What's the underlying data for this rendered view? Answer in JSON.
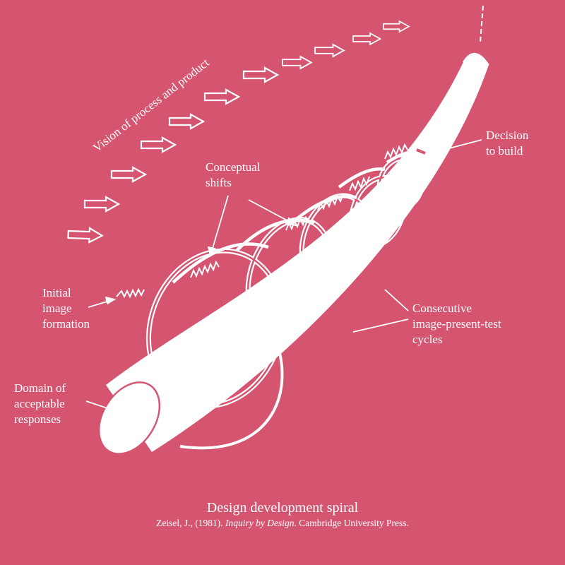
{
  "colors": {
    "background": "#D55470",
    "foreground": "#FFFFFF"
  },
  "labels": {
    "vision": "Vision of process and product",
    "conceptual_shifts": [
      "Conceptual",
      "shifts"
    ],
    "decision_to_build": [
      "Decision",
      "to build"
    ],
    "initial_image_formation": [
      "Initial",
      "image",
      "formation"
    ],
    "consecutive_cycles": [
      "Consecutive",
      "image-present-test",
      "cycles"
    ],
    "domain": [
      "Domain of",
      "acceptable",
      "responses"
    ]
  },
  "caption": {
    "title": "Design development spiral",
    "citation_prefix": "Zeisel, J., (1981). ",
    "citation_book": "Inquiry by Design",
    "citation_suffix": ". Cambridge University Press."
  }
}
